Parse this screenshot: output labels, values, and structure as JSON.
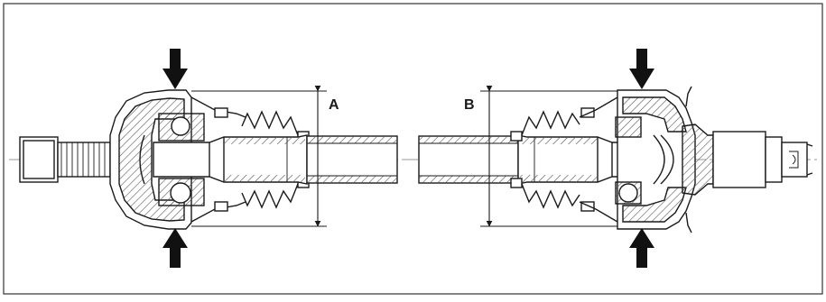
{
  "figure": {
    "labels": {
      "left_dimension": "A",
      "right_dimension": "B"
    },
    "colors": {
      "line": "#1a1a1a",
      "hatch": "#555555",
      "arrow": "#111111",
      "background": "#ffffff",
      "frame": "#333333"
    },
    "parts": [
      "outer-joint-housing-left",
      "inner-joint-housing-right",
      "boot-left",
      "boot-right",
      "drive-shaft-left",
      "drive-shaft-right",
      "splined-stub-left",
      "stub-shaft-right"
    ],
    "icons": [
      "down-arrow-icon",
      "up-arrow-icon"
    ]
  }
}
